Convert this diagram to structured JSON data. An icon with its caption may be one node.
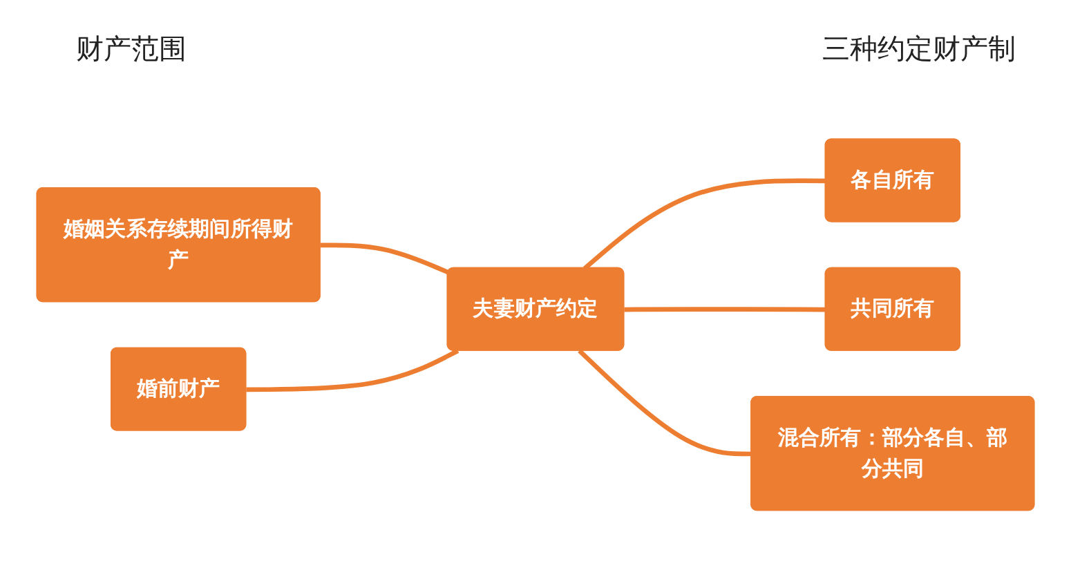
{
  "diagram": {
    "nodes": [
      {
        "text": [
          "婚姻关系存续期间所得财产"
        ]
      },
      {
        "text": [
          "婚前财产"
        ]
      },
      {
        "text": [
          "夫妻财产约定"
        ]
      },
      {
        "text": [
          "各自所有"
        ]
      },
      {
        "text": [
          "共同所有"
        ]
      },
      {
        "text": [
          "混合所有：部分各自、部分共同"
        ]
      }
    ],
    "edges": [
      {
        "from": 0,
        "to": 2,
        "arrow": "none"
      },
      {
        "from": 1,
        "to": 2,
        "arrow": "none"
      },
      {
        "from": 2,
        "to": 3,
        "arrow": "none"
      },
      {
        "from": 2,
        "to": 4,
        "arrow": "none"
      },
      {
        "from": 2,
        "to": 5,
        "arrow": "none"
      }
    ],
    "labels": [
      "财产范围",
      "三种约定财产制"
    ]
  }
}
